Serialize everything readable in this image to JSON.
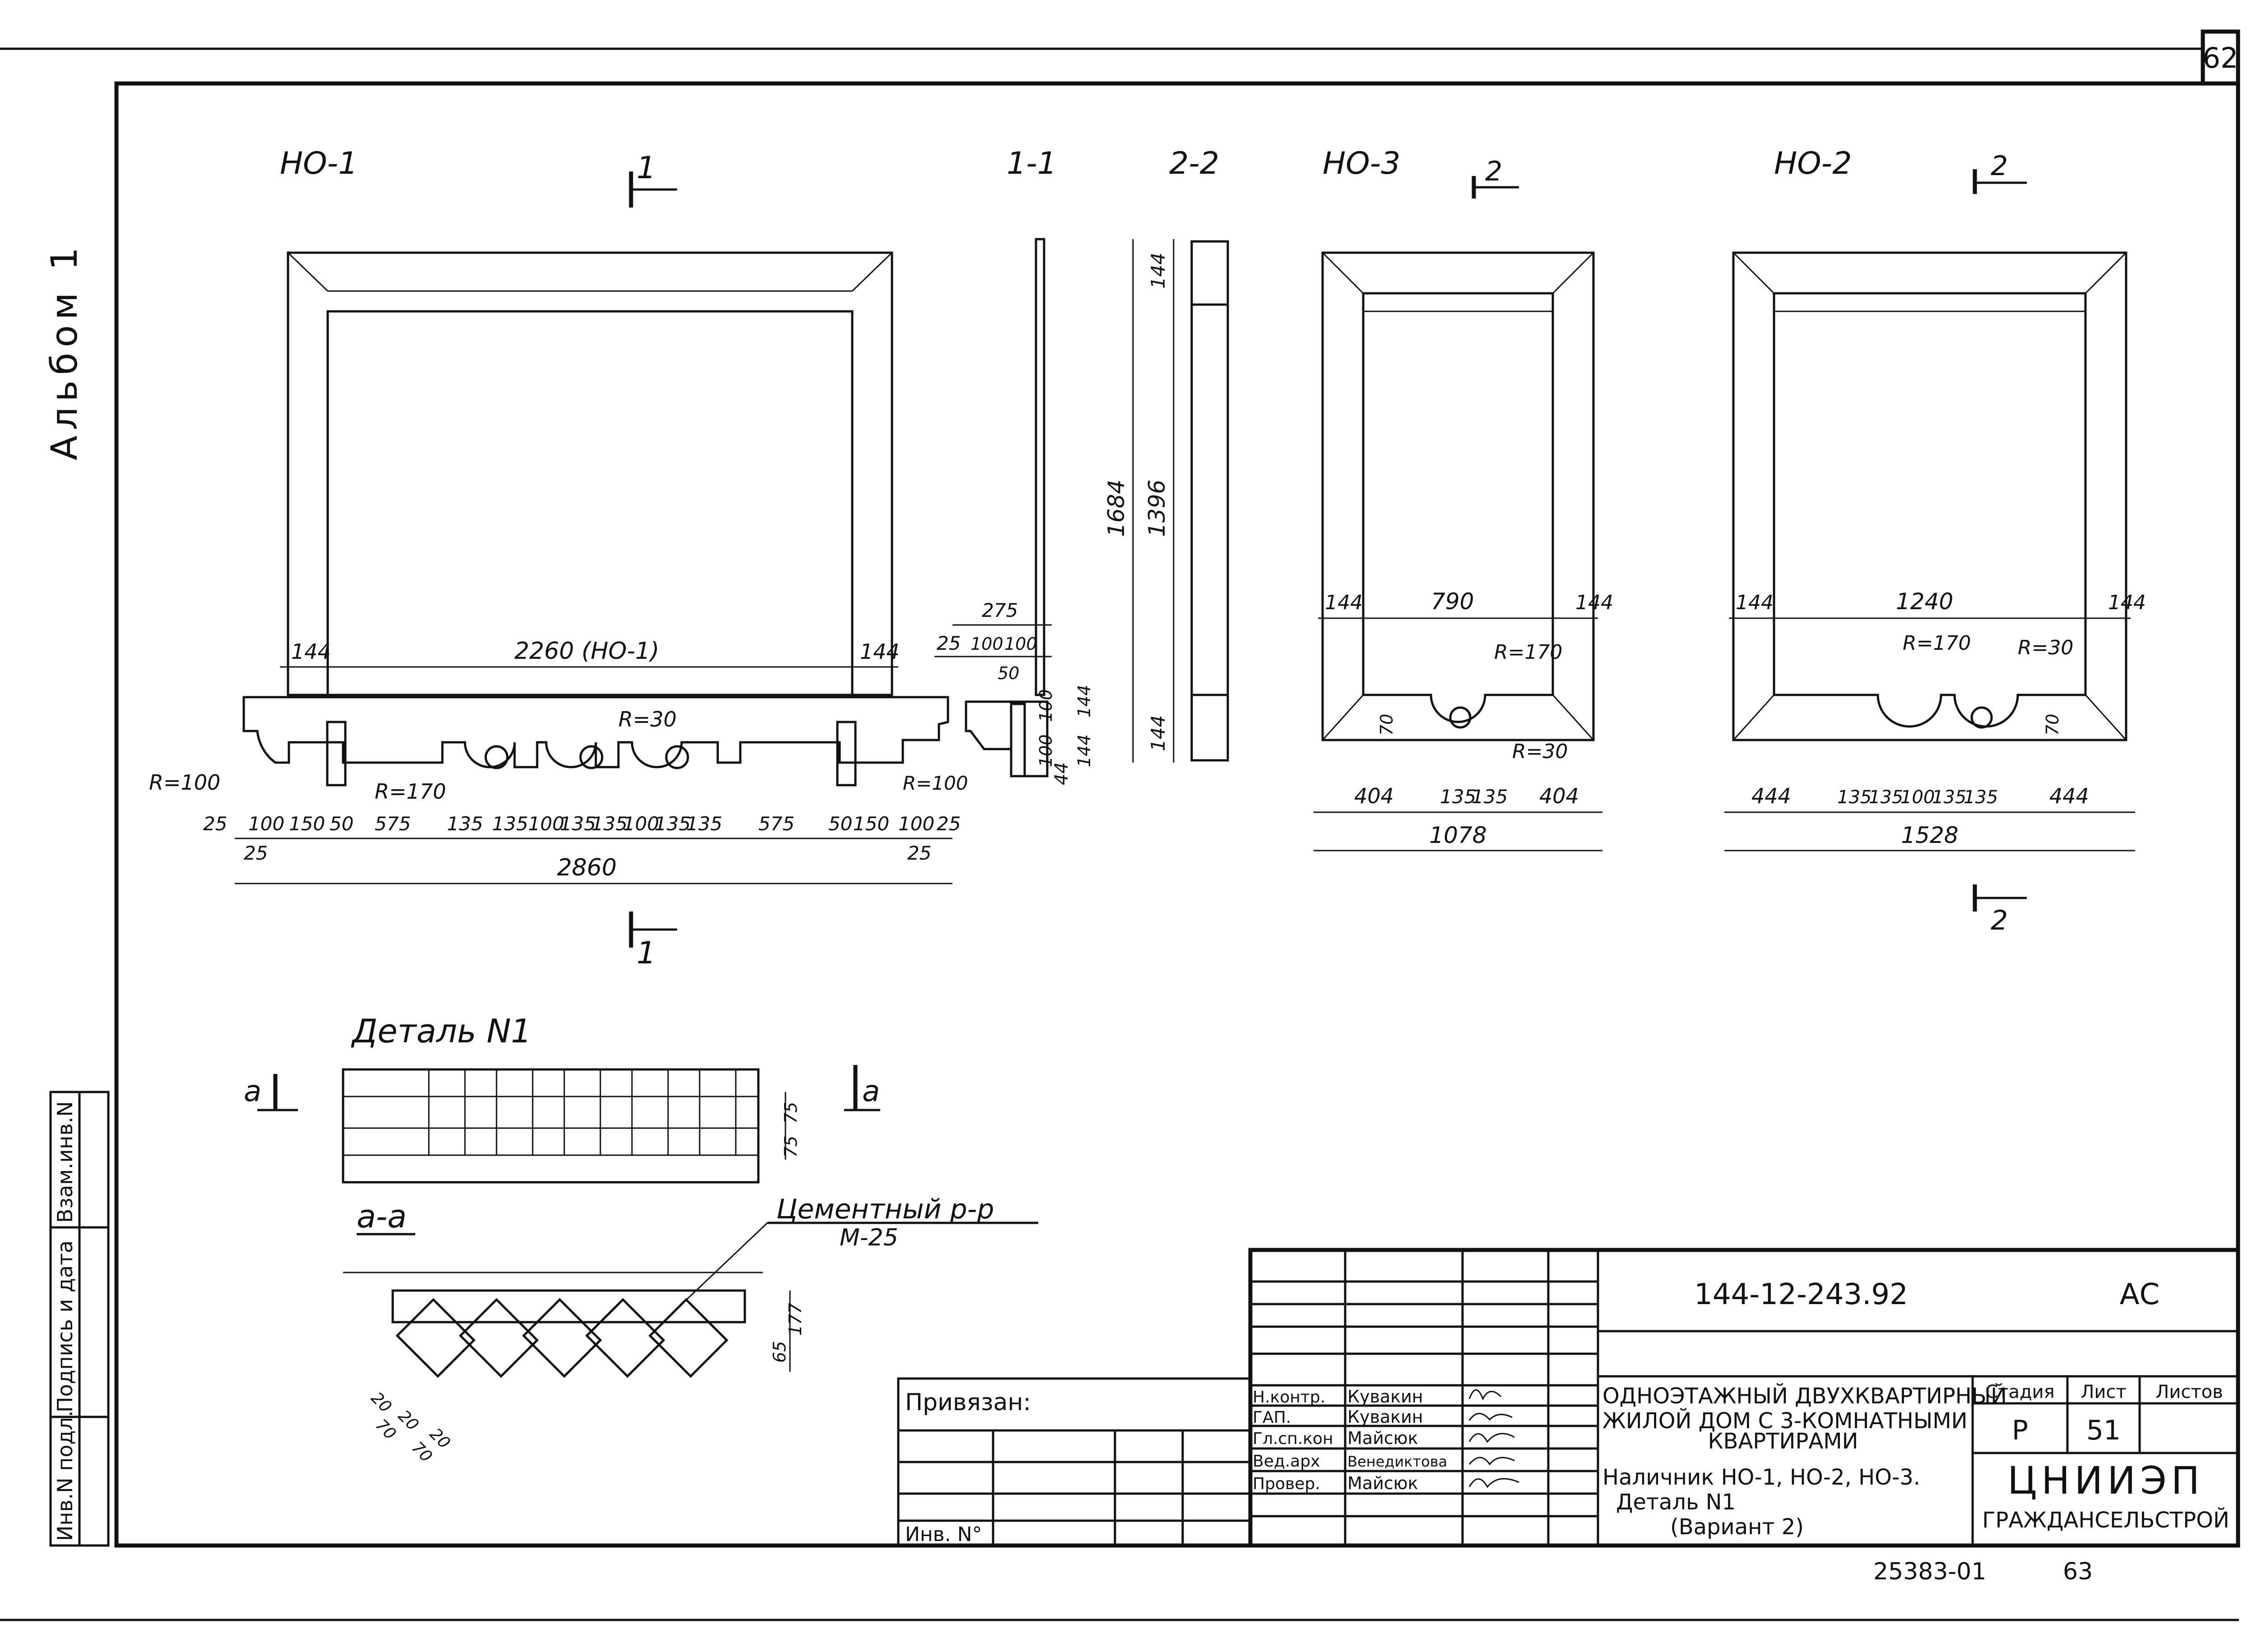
{
  "sheet": {
    "page_number": "62",
    "album_label": "Альбом 1",
    "code": "25383-01",
    "code_page": "63"
  },
  "views": {
    "no1_title": "НО-1",
    "section_11_title": "1-1",
    "section_22_title": "2-2",
    "no3_title": "НО-3",
    "no2_title": "НО-2",
    "cut_1": "1",
    "cut_2": "2",
    "detail_title": "Деталь N1",
    "aa_title": "а-а",
    "cut_a": "а",
    "mortar_label": "Цементный р-р",
    "mortar_grade": "М-25"
  },
  "dimensions": {
    "no1": {
      "side_left": "144",
      "inner_width": "2260 (НО-1)",
      "side_right": "144",
      "r_left": "R=100",
      "r_170": "R=170",
      "r_30": "R=30",
      "chain": [
        "25",
        "100",
        "150",
        "50",
        "575",
        "135",
        "135",
        "100",
        "135",
        "135",
        "100",
        "135",
        "135",
        "575",
        "50",
        "150",
        "100",
        "25"
      ],
      "chain_edge_left": "25",
      "chain_edge_right": "25",
      "total": "2860"
    },
    "sec11": {
      "d275": "275",
      "d25": "25",
      "d100a": "100",
      "d100b": "100",
      "d50": "50",
      "r100": "R=100",
      "d44": "44",
      "d100v": "100",
      "d100v2": "100",
      "d144v": "144",
      "d144v2": "144"
    },
    "sec22": {
      "d144top": "144",
      "d1684": "1684",
      "d1396": "1396",
      "d144bot": "144"
    },
    "no3": {
      "side_left": "144",
      "inner": "790",
      "side_right": "144",
      "r170": "R=170",
      "r30": "R=30",
      "h70": "70",
      "chain": [
        "404",
        "135",
        "135",
        "404"
      ],
      "total": "1078"
    },
    "no2": {
      "side_left": "144",
      "inner": "1240",
      "side_right": "144",
      "r170": "R=170",
      "r30": "R=30",
      "h70": "70",
      "chain": [
        "444",
        "135",
        "135",
        "100",
        "135",
        "135",
        "444"
      ],
      "total": "1528"
    },
    "detail": {
      "d75a": "75",
      "d75b": "75"
    },
    "aa": {
      "d65": "65",
      "d177": "177",
      "d20a": "20",
      "d20b": "20",
      "d20c": "20",
      "d70a": "70",
      "d70b": "70"
    }
  },
  "stamp": {
    "doc_code": "144-12-243.92",
    "doc_mark": "АС",
    "project_title_1": "ОДНОЭТАЖНЫЙ ДВУХКВАРТИРНЫЙ",
    "project_title_2": "ЖИЛОЙ ДОМ С 3-КОМНАТНЫМИ",
    "project_title_3": "КВАРТИРАМИ",
    "sheet_title_1": "Наличник НО-1, НО-2, НО-3.",
    "sheet_title_2": "Деталь N1",
    "sheet_title_3": "(Вариант 2)",
    "stage_header": "Стадия",
    "sheet_header": "Лист",
    "sheets_header": "Листов",
    "stage": "Р",
    "sheet_no": "51",
    "org_1": "ЦНИИЭП",
    "org_2": "ГРАЖДАНСЕЛЬСТРОЙ",
    "roles": [
      "Н.контр.",
      "ГАП.",
      "Гл.сп.кон",
      "Вед.арх",
      "Провер."
    ],
    "names": [
      "Кувакин",
      "Кувакин",
      "Майсюк",
      "Венедиктова",
      "Майсюк"
    ],
    "signatures": [
      "Кув",
      "Кув",
      "Майс",
      "Вен",
      "Майс"
    ],
    "tied_label": "Привязан:",
    "inv_label": "Инв. N°"
  },
  "side_strip": {
    "label_1": "Взам.инв.N",
    "label_2": "Подпись и дата",
    "label_3": "Инв.N подл."
  }
}
